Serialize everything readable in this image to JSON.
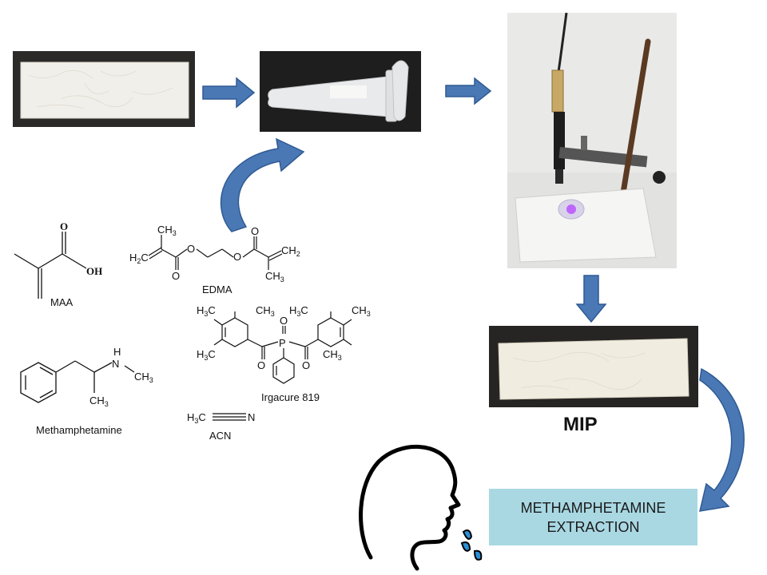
{
  "labels": {
    "maa": "MAA",
    "edma": "EDMA",
    "methamphetamine": "Methamphetamine",
    "irgacure": "Irgacure 819",
    "acn": "ACN",
    "mip": "MIP",
    "extraction_line1": "METHAMPHETAMINE",
    "extraction_line2": "EXTRACTION"
  },
  "colors": {
    "arrow_fill": "#4a78b5",
    "arrow_stroke": "#2f5a93",
    "extraction_box": "#a9d8e3",
    "photo_dark_bg": "#2a2a2a",
    "paper": "#f2efe6"
  }
}
